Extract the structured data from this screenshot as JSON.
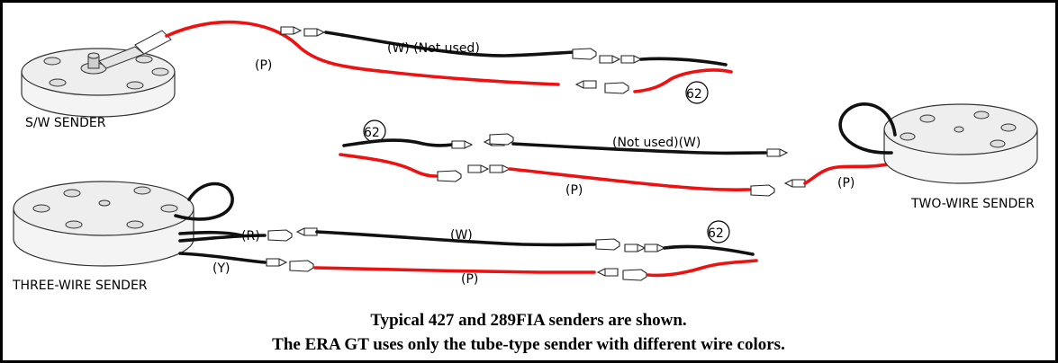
{
  "senders": {
    "sw": "S/W SENDER",
    "two_wire": "TWO-WIRE SENDER",
    "three_wire": "THREE-WIRE SENDER"
  },
  "wire_labels": {
    "top_white": "(W)  (Not used)",
    "top_pink": "(P)",
    "mid_white": "(Not used)(W)",
    "mid_pink": "(P)",
    "mid_right_pink": "(P)",
    "bot_red": "(R)",
    "bot_white": "(W)",
    "bot_yellow": "(Y)",
    "bot_pink": "(P)"
  },
  "terminal_numbers": {
    "top": "62",
    "middle": "62",
    "bottom": "62"
  },
  "caption": {
    "line1": "Typical 427 and 289FIA senders are shown.",
    "line2": "The ERA GT uses only the tube-type sender with different wire colors."
  },
  "colors": {
    "red_wire": "#ee1111",
    "black_wire": "#111111",
    "border": "#000000"
  }
}
